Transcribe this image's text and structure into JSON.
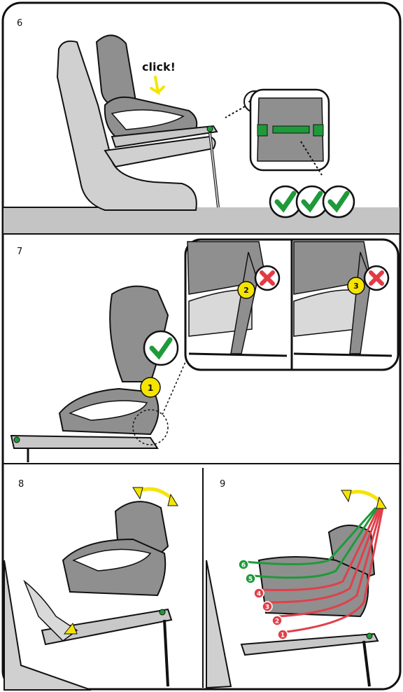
{
  "panels": {
    "p6": {
      "number": "6",
      "click_text": "click!"
    },
    "p7": {
      "number": "7",
      "marker_main": "1",
      "marker_inset_left": "2",
      "marker_inset_right": "3"
    },
    "p8": {
      "number": "8"
    },
    "p9": {
      "number": "9",
      "positions": [
        "1",
        "2",
        "3",
        "4",
        "5",
        "6"
      ]
    }
  },
  "colors": {
    "outline": "#111111",
    "seat_gray": "#8f8f8f",
    "seat_dark": "#6e6e6e",
    "seat_light": "#d9d9d9",
    "car_seat": "#c8c8c8",
    "floor": "#c4c4c4",
    "yellow": "#f5e400",
    "check_green": "#1f9a3a",
    "cross_red": "#e23a44",
    "line_red": "#e0404a",
    "line_green": "#1f9a3a"
  }
}
